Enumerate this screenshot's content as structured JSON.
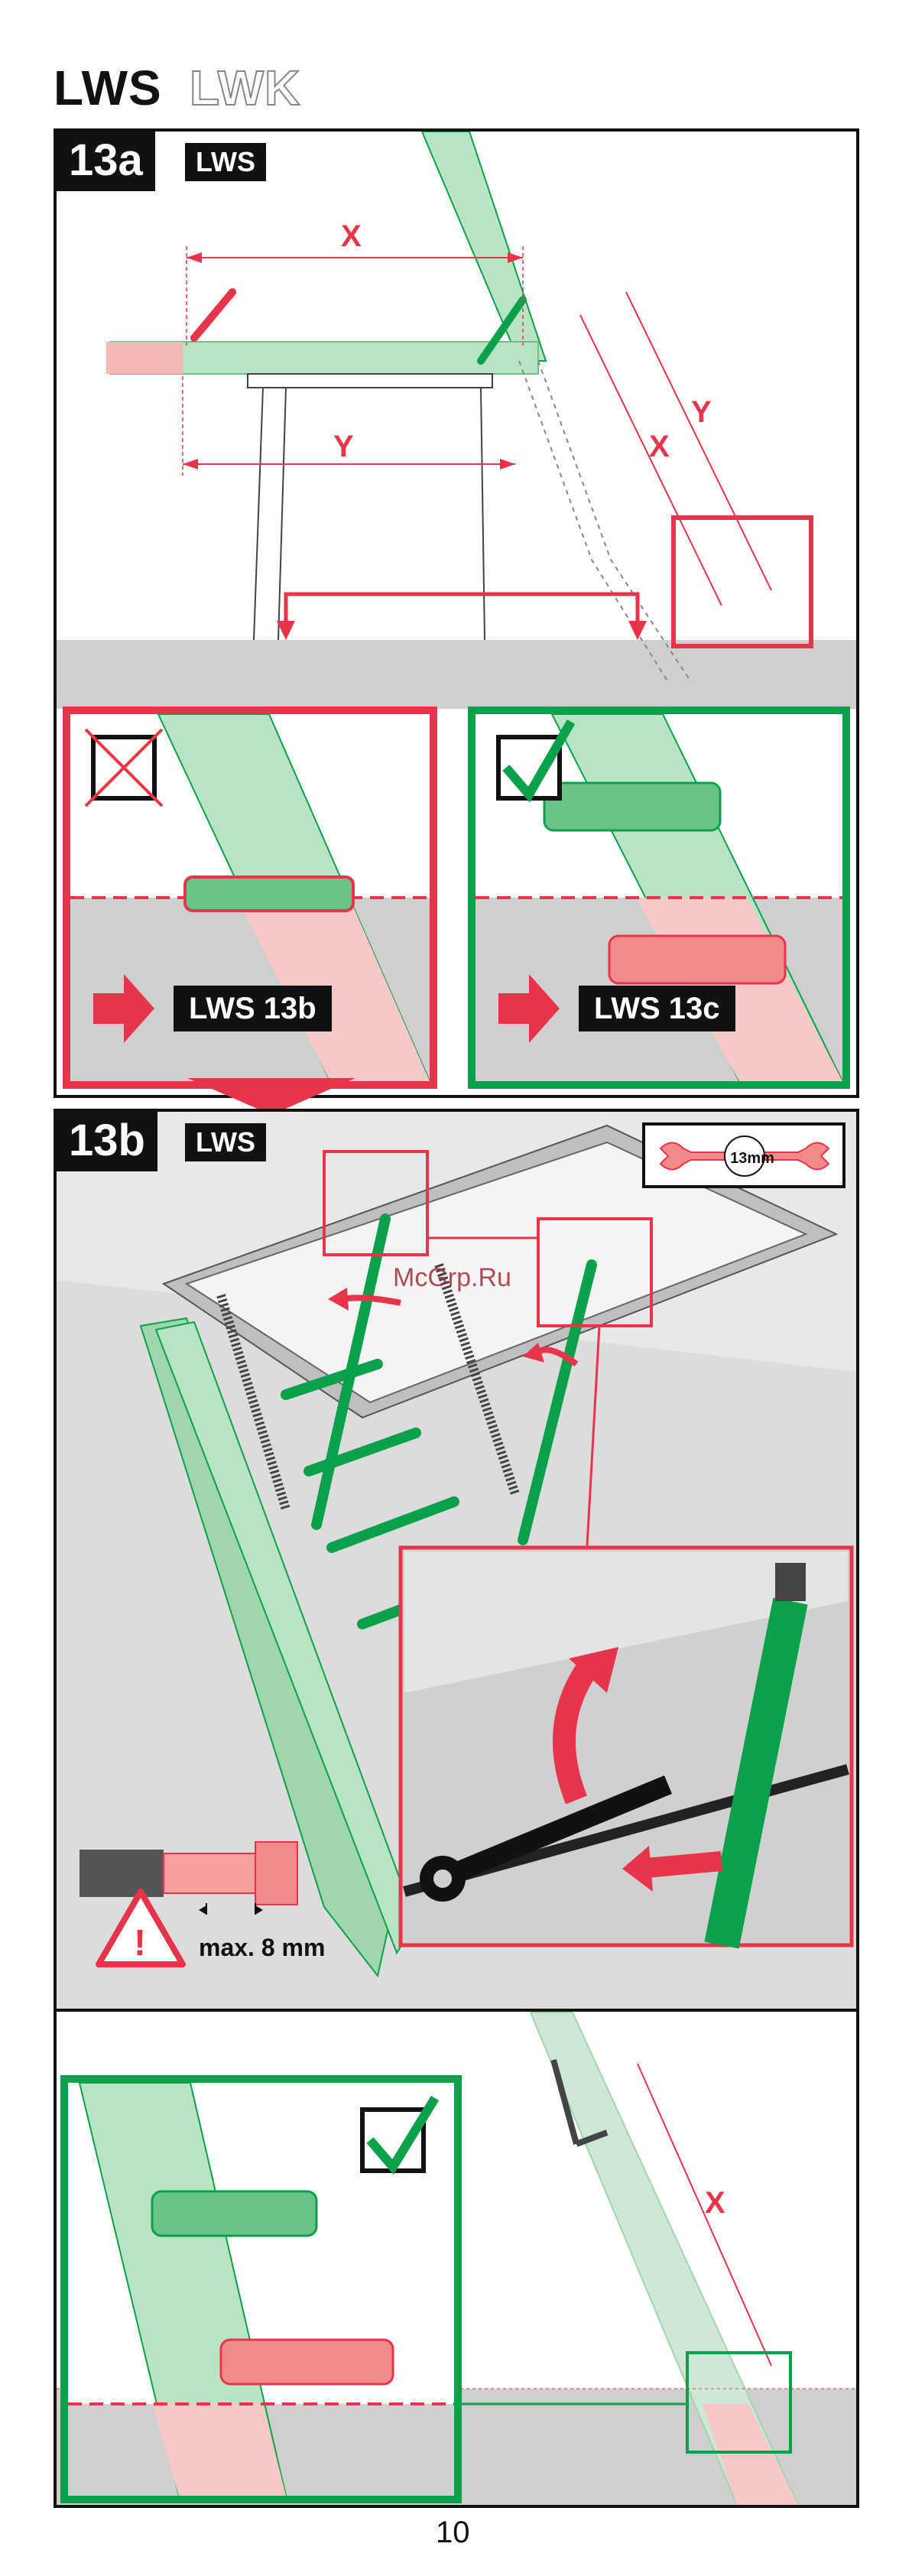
{
  "header": {
    "title_main": "LWS",
    "title_outline": "LWK"
  },
  "step_13a": {
    "badge": "13a",
    "model": "LWS",
    "dim_x": "X",
    "dim_y": "Y",
    "wrong_ref": "LWS 13b",
    "right_ref": "LWS 13c"
  },
  "step_13b": {
    "badge": "13b",
    "model": "LWS",
    "wrench_size": "13mm",
    "max_label": "max. 8 mm",
    "dim_x": "X",
    "warning_symbol": "!"
  },
  "watermark": "McGrp.Ru",
  "page_number": "10",
  "colors": {
    "red": "#e8344a",
    "green": "#0aa14a",
    "light_green": "#b9e4c4",
    "light_red": "#f8c8c8",
    "gray": "#cfcfcf"
  },
  "icons": [
    "cross-checkbox-icon",
    "check-checkbox-icon",
    "arrow-right-icon",
    "wrench-icon",
    "warning-triangle-icon"
  ]
}
